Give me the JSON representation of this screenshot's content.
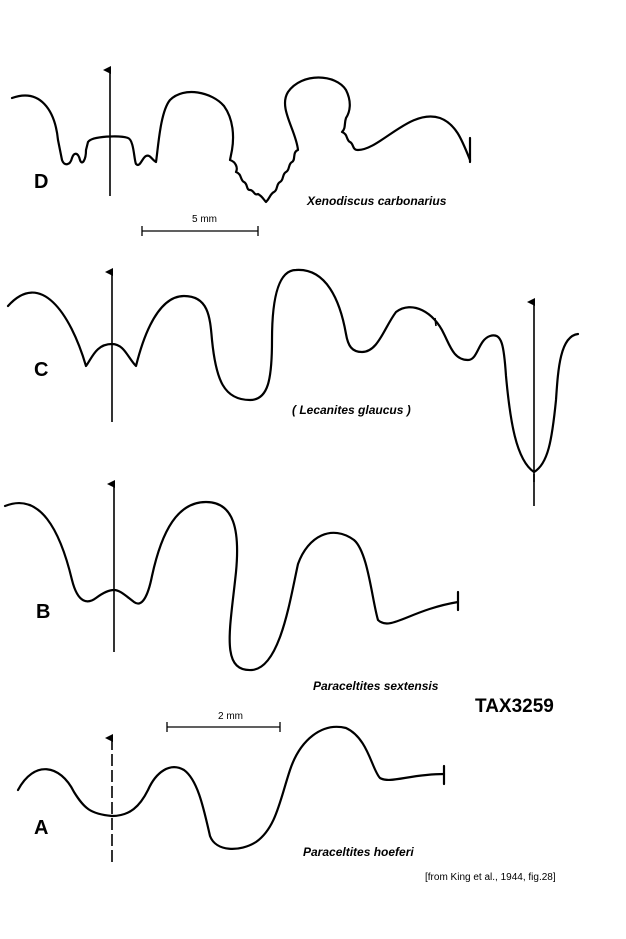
{
  "figure": {
    "code": "TAX3259",
    "source": "[from King et al., 1944, fig.28]"
  },
  "scale_bars": [
    {
      "label": "5 mm"
    },
    {
      "label": "2 mm"
    }
  ],
  "sutures": [
    {
      "letter": "D",
      "species": "Xenodiscus carbonarius"
    },
    {
      "letter": "C",
      "species": "( Lecanites glaucus )"
    },
    {
      "letter": "B",
      "species": "Paraceltites  sextensis"
    },
    {
      "letter": "A",
      "species": "Paraceltites hoeferi"
    }
  ]
}
